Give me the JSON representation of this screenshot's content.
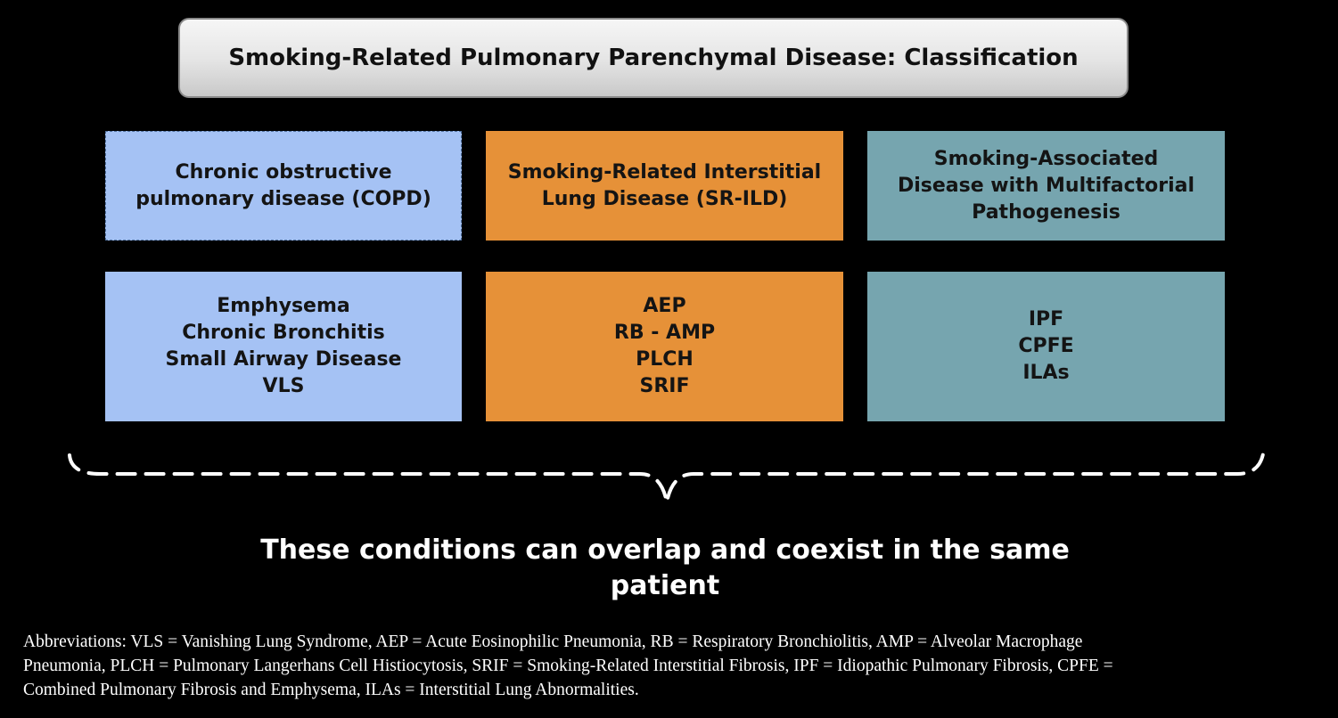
{
  "title": "Smoking-Related Pulmonary Parenchymal Disease: Classification",
  "colors": {
    "background": "#000000",
    "copd": "#a5c2f4",
    "srild": "#e69138",
    "multifactorial": "#76a5af",
    "brace": "#ffffff"
  },
  "categories": [
    {
      "header_lines": [
        "Chronic obstructive",
        "pulmonary disease (COPD)"
      ],
      "items": [
        "Emphysema",
        "Chronic Bronchitis",
        "Small Airway Disease",
        "VLS"
      ]
    },
    {
      "header_lines": [
        "Smoking-Related Interstitial",
        "Lung Disease (SR-ILD)"
      ],
      "items": [
        "AEP",
        "RB - AMP",
        "PLCH",
        "SRIF"
      ]
    },
    {
      "header_lines": [
        "Smoking-Associated",
        "Disease with Multifactorial",
        "Pathogenesis"
      ],
      "items": [
        "IPF",
        "CPFE",
        "ILAs"
      ]
    }
  ],
  "overlap_note_lines": [
    "These conditions can overlap and coexist in the same",
    "patient"
  ],
  "abbreviations_lines": [
    "Abbreviations: VLS = Vanishing Lung Syndrome, AEP = Acute Eosinophilic Pneumonia, RB = Respiratory Bronchiolitis, AMP = Alveolar Macrophage",
    "Pneumonia, PLCH = Pulmonary Langerhans Cell Histiocytosis, SRIF = Smoking-Related Interstitial Fibrosis, IPF  = Idiopathic Pulmonary Fibrosis, CPFE =",
    "Combined Pulmonary Fibrosis and Emphysema, ILAs = Interstitial Lung Abnormalities."
  ]
}
